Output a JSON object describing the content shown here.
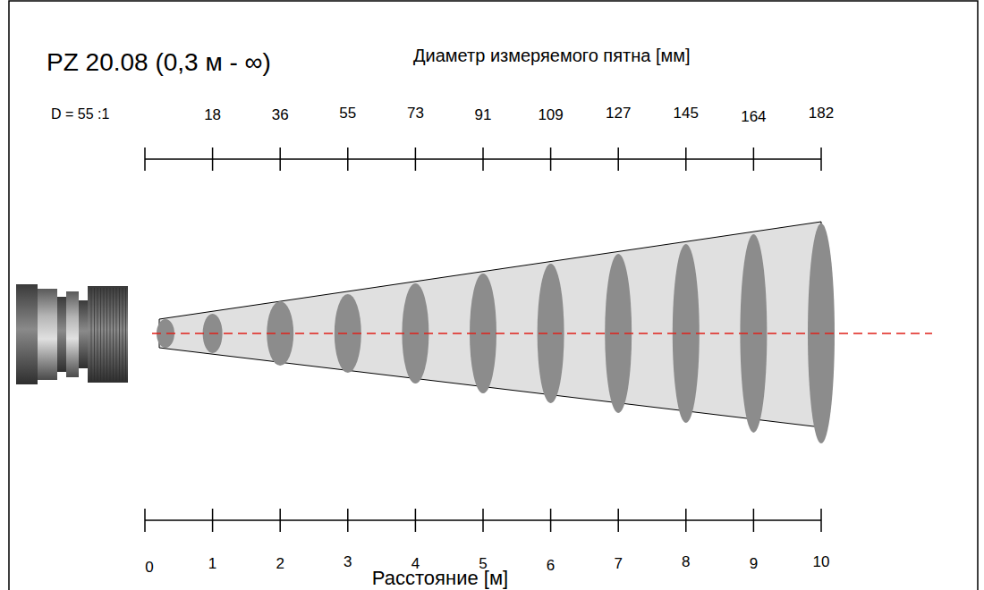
{
  "diagram": {
    "title": "PZ 20.08 (0,3 м - ∞)",
    "labels": [
      "Диаметр измеряемого пятна [мм]",
      "D = 55 :1",
      "18",
      "36",
      "55",
      "73",
      "91",
      "109",
      "127",
      "145",
      "164",
      "182",
      "0",
      "1",
      "2",
      "3",
      "4",
      "5",
      "6",
      "7",
      "8",
      "9",
      "10",
      "Расстояние [м]"
    ]
  }
}
